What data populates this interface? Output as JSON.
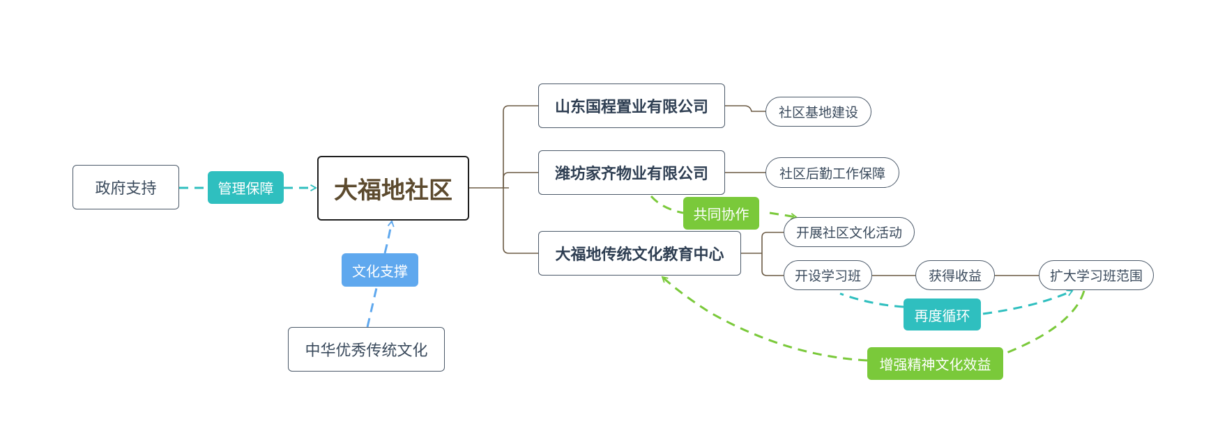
{
  "colors": {
    "teal": "#2fbfbf",
    "blue": "#5fa8ee",
    "green": "#7ac93a",
    "branch": "#6b5a44",
    "border": "#4a5868"
  },
  "root": {
    "label": "大福地社区"
  },
  "government": {
    "label": "政府支持",
    "relation": "管理保障"
  },
  "culture": {
    "label": "中华优秀传统文化",
    "relation": "文化支撑"
  },
  "companies": [
    {
      "label": "山东国程置业有限公司",
      "children": [
        "社区基地建设"
      ]
    },
    {
      "label": "潍坊家齐物业有限公司",
      "children": [
        "社区后勤工作保障"
      ]
    },
    {
      "label": "大福地传统文化教育中心",
      "children": [
        "开展社区文化活动",
        "开设学习班"
      ]
    }
  ],
  "chain": [
    "获得收益",
    "扩大学习班范围"
  ],
  "relations": {
    "cooperate": "共同协作",
    "cycle": "再度循环",
    "enhance": "增强精神文化效益"
  }
}
